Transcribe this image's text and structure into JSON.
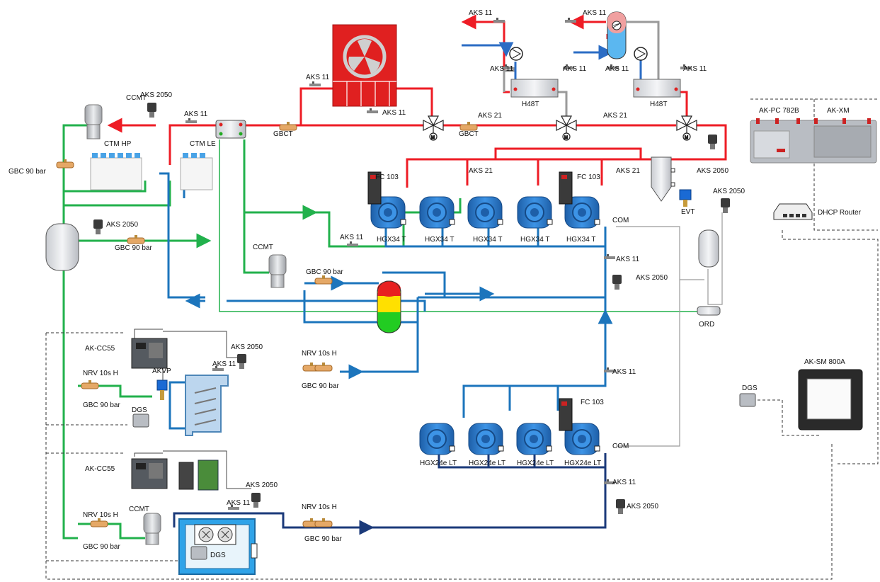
{
  "labels": {
    "aks11": "AKS 11",
    "aks2050": "AKS 2050",
    "aks21": "AKS 21",
    "ccmt": "CCMT",
    "gbct": "GBCT",
    "ctm_hp": "CTM HP",
    "ctm_le": "CTM LE",
    "gbc90": "GBC 90 bar",
    "h48t": "H48T",
    "fc103": "FC 103",
    "hgx34t": "HGX34 T",
    "hgx24elt": "HGX24e LT",
    "com": "COM",
    "evt": "EVT",
    "ord": "ORD",
    "ak_pc": "AK-PC 782B",
    "ak_xm": "AK-XM",
    "dhcp": "DHCP Router",
    "ak_sm": "AK-SM 800A",
    "dgs": "DGS",
    "ak_cc55": "AK-CC55",
    "akvp": "AKVP",
    "nrv": "NRV 10s H",
    "m": "M"
  },
  "colors": {
    "hot_gas": "#ee1c25",
    "liquid": "#22b14c",
    "suction_mt": "#1c75bc",
    "suction_lt": "#1b3a7a",
    "water": "#2b6cc4",
    "return_grey": "#9a9a9a",
    "signal": "#555555",
    "gas_cooler": "#e02020",
    "compressor": "#2a7fd4"
  },
  "icons": [
    "gas-cooler-fan-icon",
    "pump-icon",
    "three-way-valve-icon",
    "pressure-transmitter-icon",
    "temperature-sensor-icon",
    "receiver-icon",
    "oil-separator-icon",
    "compressor-icon",
    "display-case-icon",
    "cold-room-icon",
    "controller-icon",
    "router-icon",
    "gas-detector-icon"
  ]
}
